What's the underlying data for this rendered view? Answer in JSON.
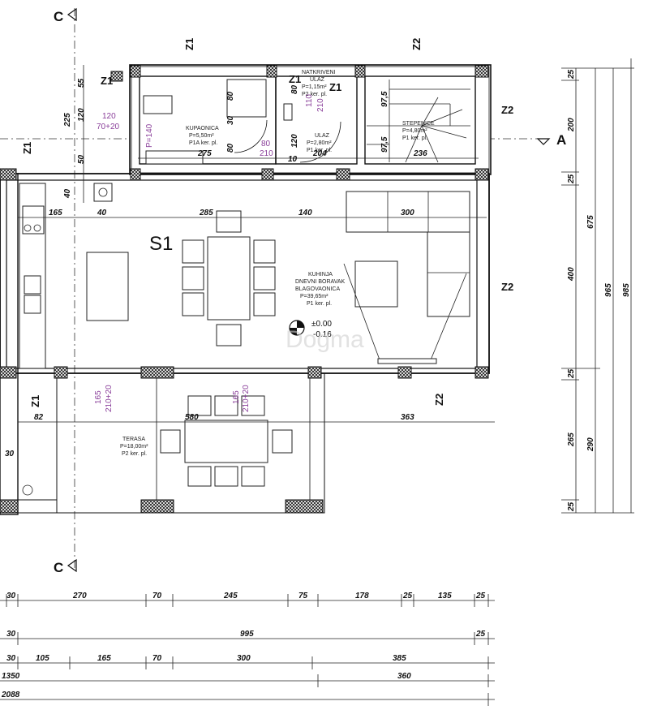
{
  "plan": {
    "section_markers": {
      "left_label": "C",
      "bottom_label": "C",
      "right_label": "A"
    },
    "zones": [
      {
        "id": "z1-top-left",
        "label": "Z1"
      },
      {
        "id": "z1-top-center",
        "label": "Z1"
      },
      {
        "id": "z1-entry",
        "label": "Z1"
      },
      {
        "id": "z1-entry-2",
        "label": "Z1"
      },
      {
        "id": "z2-top",
        "label": "Z2"
      },
      {
        "id": "z2-right-top",
        "label": "Z2"
      },
      {
        "id": "z2-right-mid",
        "label": "Z2"
      },
      {
        "id": "z2-bottom",
        "label": "Z2"
      },
      {
        "id": "z1-left",
        "label": "Z1"
      },
      {
        "id": "z1-left-bottom",
        "label": "Z1"
      }
    ],
    "space_label": "S1",
    "rooms": {
      "bathroom": {
        "name": "KUPAONICA",
        "area": "P=5,50m²",
        "floor": "P1A ker. pl."
      },
      "entrance": {
        "name": "NATKRIVENI",
        "name2": "ULAZ",
        "area": "P=1,15m²",
        "floor": "P2 ker. pl."
      },
      "hall": {
        "name": "ULAZ",
        "area": "P=2,80m²",
        "floor": "P1 ker. pl."
      },
      "stairs": {
        "name": "STEPENICE",
        "area": "P=4,80m²",
        "floor": "P1 ker. pl."
      },
      "living": {
        "name": "KUHINJA",
        "name2": "DNEVNI BORAVAK",
        "name3": "BLAGOVAONICA",
        "area": "P=39,65m²",
        "floor": "P1 ker. pl."
      },
      "terrace": {
        "name": "TERASA",
        "area": "P=18,00m²",
        "floor": "P2 ker. pl."
      }
    },
    "level": {
      "top": "±0.00",
      "bottom": "-0.16"
    },
    "watermark": "Dogma",
    "purple_labels": {
      "window_left": "120",
      "window_left2": "70+20",
      "door_bath": "P=140",
      "door_hall": "80",
      "door_hall2": "210",
      "door_ent": "110",
      "door_ent2": "210",
      "terrace_a": "165",
      "terrace_a2": "210+20",
      "terrace_b": "165",
      "terrace_b2": "210+20"
    },
    "inner_dims": {
      "bath_w": "275",
      "hall_w": "204",
      "stairs_w": "236",
      "hall_d": "10",
      "stairs_a": "97,5",
      "stairs_b": "97,5",
      "hall_h": "120",
      "bath_h1": "80",
      "bath_h2": "30",
      "bath_h3": "80",
      "entry_v": "80",
      "left_55": "55",
      "left_120": "120",
      "left_50": "50",
      "left_225": "225",
      "left_40": "40",
      "row_165": "165",
      "row_40": "40",
      "row_285": "285",
      "row_140": "140",
      "row_300": "300",
      "ter_82": "82",
      "ter_580": "580",
      "ter_363": "363",
      "ter_30": "30"
    },
    "right_dims": {
      "c1": [
        "25",
        "200",
        "25",
        "400",
        "25",
        "265",
        "25"
      ],
      "c2": [
        "675",
        "290"
      ],
      "c3": "965",
      "c4": "985"
    },
    "bottom_dims": {
      "row1": [
        "30",
        "270",
        "70",
        "245",
        "75",
        "178",
        "25",
        "135",
        "25"
      ],
      "row2": [
        "30",
        "995",
        "25"
      ],
      "row3": [
        "30",
        "105",
        "165",
        "70",
        "300",
        "385"
      ],
      "row4": [
        "1350",
        "360"
      ],
      "row5": "2088"
    }
  }
}
